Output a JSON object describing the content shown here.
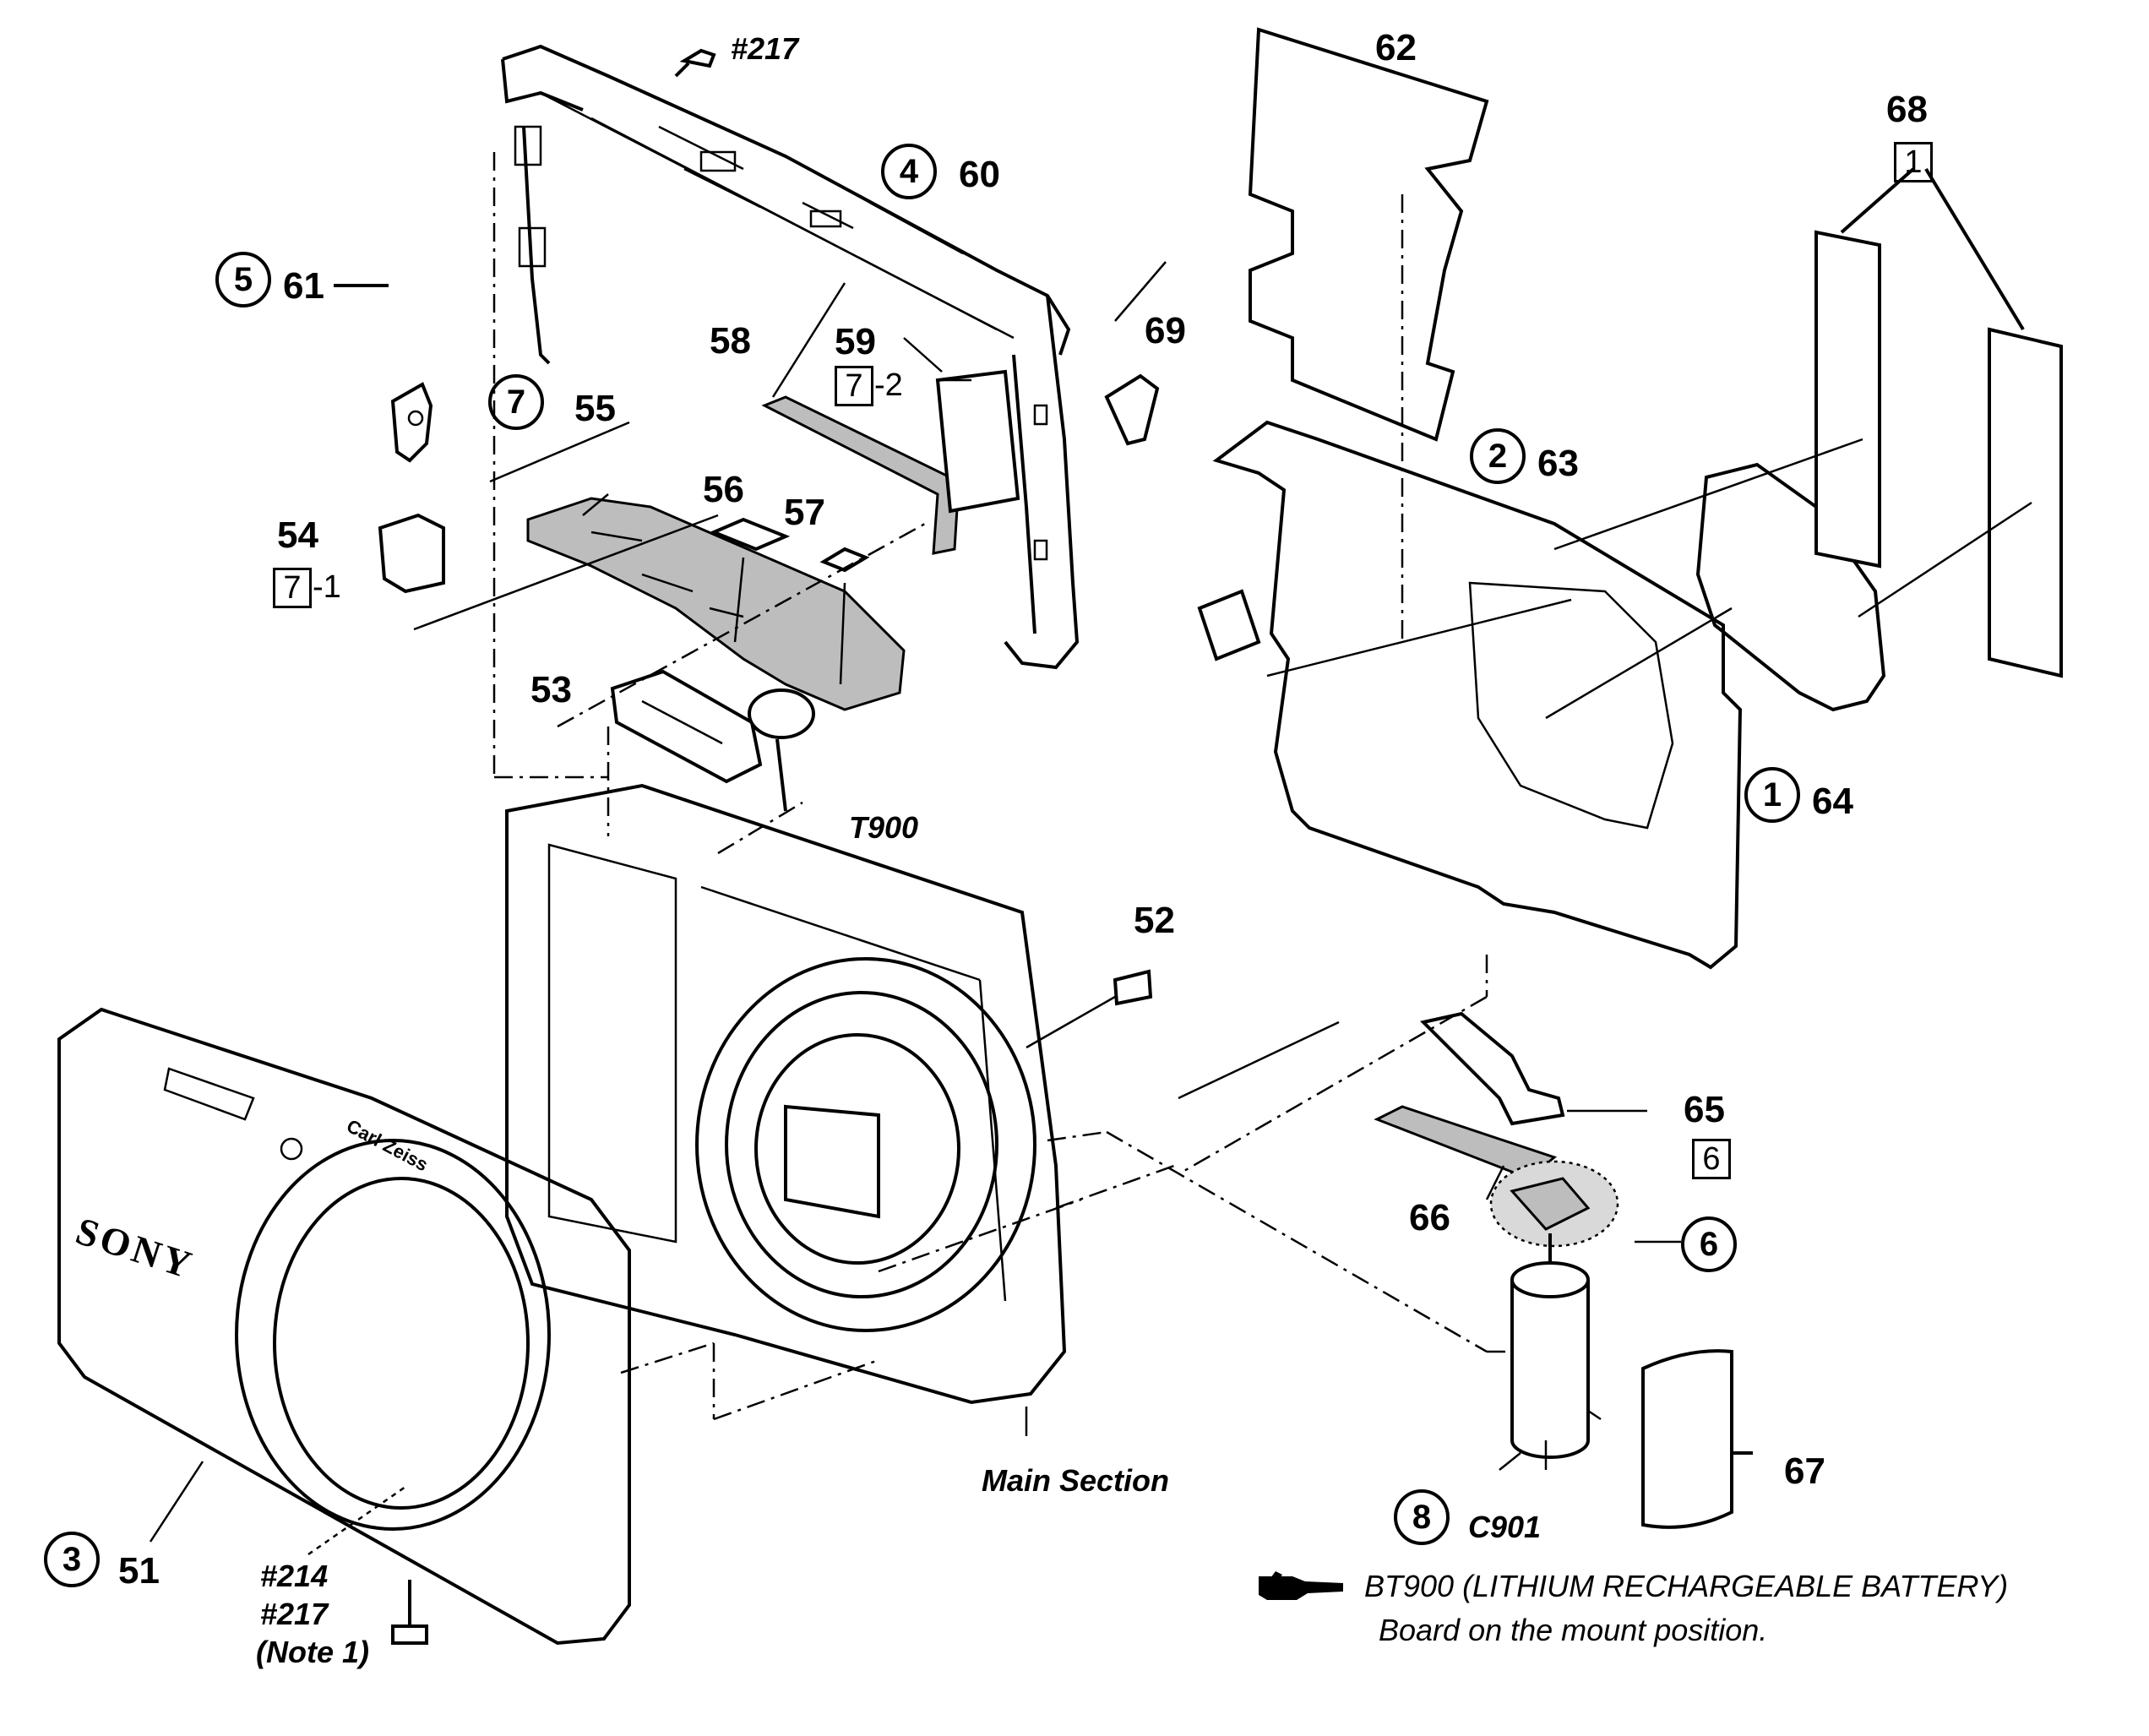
{
  "labels": {
    "p51": "51",
    "p52": "52",
    "p53": "53",
    "p54": "54",
    "p55": "55",
    "p56": "56",
    "p57": "57",
    "p58": "58",
    "p59": "59",
    "p60": "60",
    "p61": "61",
    "p62": "62",
    "p63": "63",
    "p64": "64",
    "p65": "65",
    "p66": "66",
    "p67": "67",
    "p68": "68",
    "p69": "69",
    "t900": "T900",
    "c901": "C901",
    "screw217_top": "#217",
    "screw214": "#214",
    "screw217_bottom": "#217",
    "note1": "(Note 1)",
    "main_section": "Main Section"
  },
  "circled": {
    "c1": "1",
    "c2": "2",
    "c3": "3",
    "c4": "4",
    "c5": "5",
    "c6": "6",
    "c7": "7",
    "c8": "8"
  },
  "boxed": {
    "b68": "1",
    "b65": "6",
    "b59": "7",
    "b59_suffix": "-2",
    "b54": "7",
    "b54_suffix": "-1"
  },
  "body_print": {
    "brand": "SONY",
    "lens_ring": "Carl Zeiss"
  },
  "legend": {
    "line1": "BT900 (LITHIUM RECHARGEABLE BATTERY)",
    "line2": "Board on the mount position."
  }
}
